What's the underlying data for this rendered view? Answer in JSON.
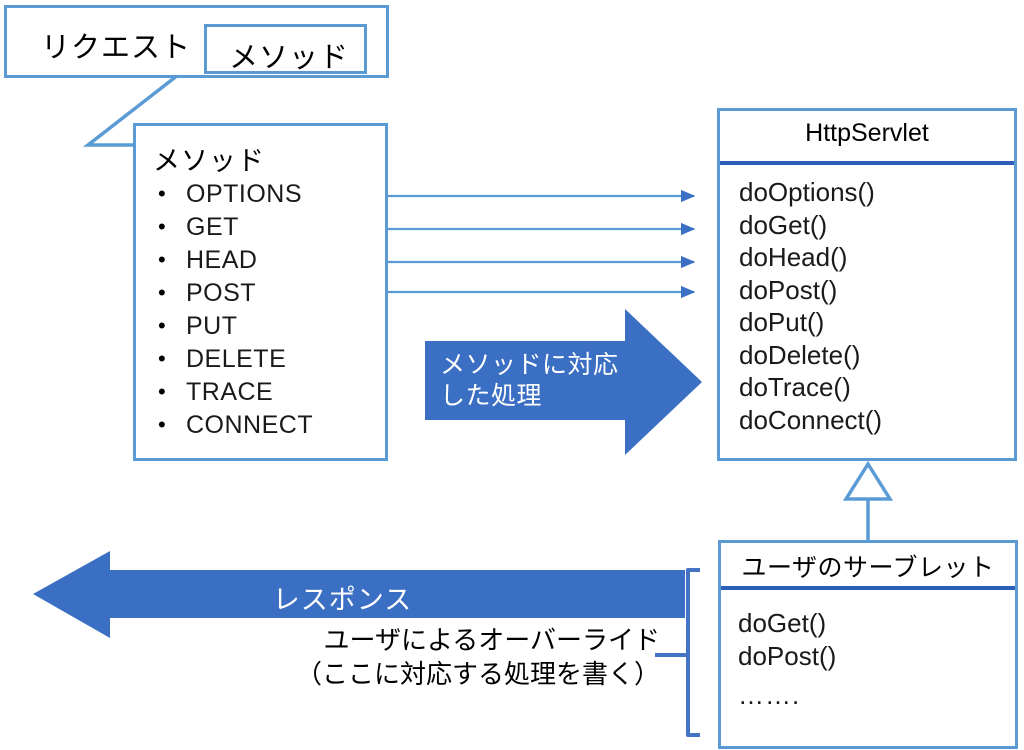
{
  "diagram": {
    "title": "HttpServlet method dispatch diagram",
    "colors": {
      "box_border": "#5B9BD5",
      "divider": "#2E5FB8",
      "solid_arrow": "#3B6FC4",
      "thin_arrow": "#5B9BD5",
      "text": "#000000",
      "arrow_text": "#FFFFFF",
      "background": "#FFFFFF"
    }
  },
  "request_box": {
    "label": "リクエスト",
    "method_tag": "メソッド"
  },
  "method_list": {
    "title": "メソッド",
    "items": [
      "OPTIONS",
      "GET",
      "HEAD",
      "POST",
      "PUT",
      "DELETE",
      "TRACE",
      "CONNECT"
    ]
  },
  "httpservlet": {
    "title": "HttpServlet",
    "methods": [
      "doOptions()",
      "doGet()",
      "doHead()",
      "doPost()",
      "doPut()",
      "doDelete()",
      "doTrace()",
      "doConnect()"
    ]
  },
  "userservlet": {
    "title": "ユーザのサーブレット",
    "methods": [
      "doGet()",
      "doPost()",
      "……."
    ]
  },
  "dispatch_arrow": {
    "label": "メソッドに対応\nした処理"
  },
  "response_arrow": {
    "label": "レスポンス"
  },
  "override_note": {
    "text": "ユーザによるオーバーライド\n（ここに対応する処理を書く）"
  }
}
